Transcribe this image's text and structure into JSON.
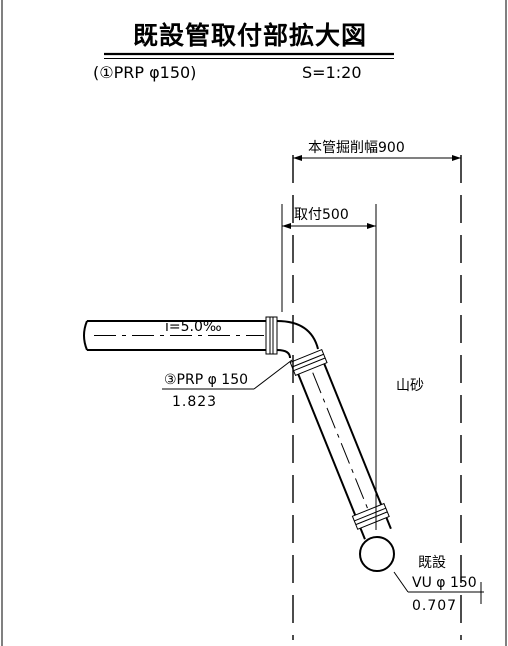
{
  "drawing": {
    "title": "既設管取付部拡大図",
    "subtitle": "(①PRP φ150)",
    "scale": "S=1:20",
    "dimensions": {
      "main_excavation_width": "本管掘削幅900",
      "attachment_width": "取付500"
    },
    "gradient": "i=5.0‰",
    "backfill_material": "山砂",
    "pipe_label": "③PRP φ 150",
    "pipe_length": "1.823",
    "existing_label": "既設",
    "existing_pipe": "VU φ 150",
    "existing_length": "0.707"
  },
  "colors": {
    "line": "#000000",
    "background": "#ffffff"
  }
}
